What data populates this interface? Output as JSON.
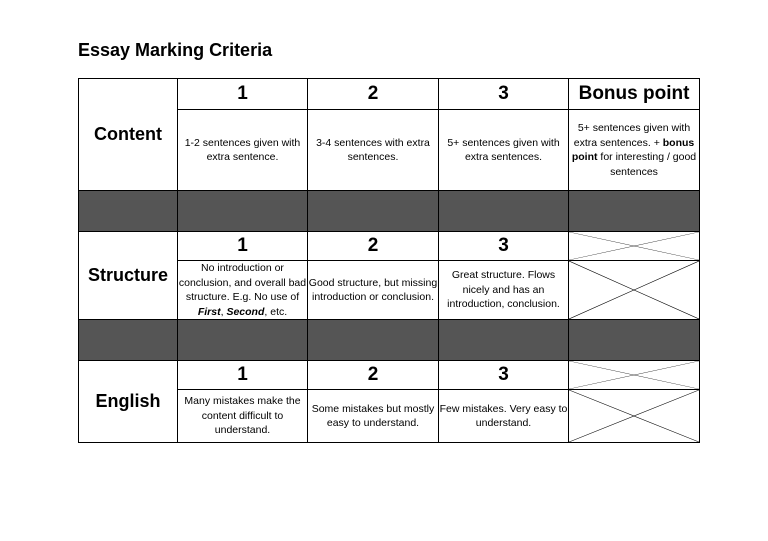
{
  "document": {
    "title": "Essay Marking Criteria"
  },
  "headers": {
    "score_1": "1",
    "score_2": "2",
    "score_3": "3",
    "bonus": "Bonus point"
  },
  "criteria": {
    "content": {
      "label": "Content",
      "desc_1": "1-2 sentences given with extra sentence.",
      "desc_2": "3-4 sentences with extra sentences.",
      "desc_3": "5+ sentences given with extra sentences.",
      "bonus_line1": "5+ sentences given with extra sentences.",
      "bonus_prefix": "+ ",
      "bonus_bold": "bonus point",
      "bonus_suffix": " for interesting / good sentences"
    },
    "structure": {
      "label": "Structure",
      "desc_1_a": "No introduction or conclusion, and overall bad structure. E.g. No use of ",
      "desc_1_first": "First",
      "desc_1_comma": ", ",
      "desc_1_second": "Second",
      "desc_1_end": ", etc.",
      "desc_2": "Good structure, but missing introduction or conclusion.",
      "desc_3": "Great structure. Flows nicely and has an introduction, conclusion."
    },
    "english": {
      "label": "English",
      "desc_1": "Many mistakes make the content difficult to understand.",
      "desc_2": "Some mistakes but mostly easy to understand.",
      "desc_3": "Few mistakes. Very easy to understand."
    }
  },
  "colors": {
    "band": "#555555",
    "border": "#000000"
  }
}
